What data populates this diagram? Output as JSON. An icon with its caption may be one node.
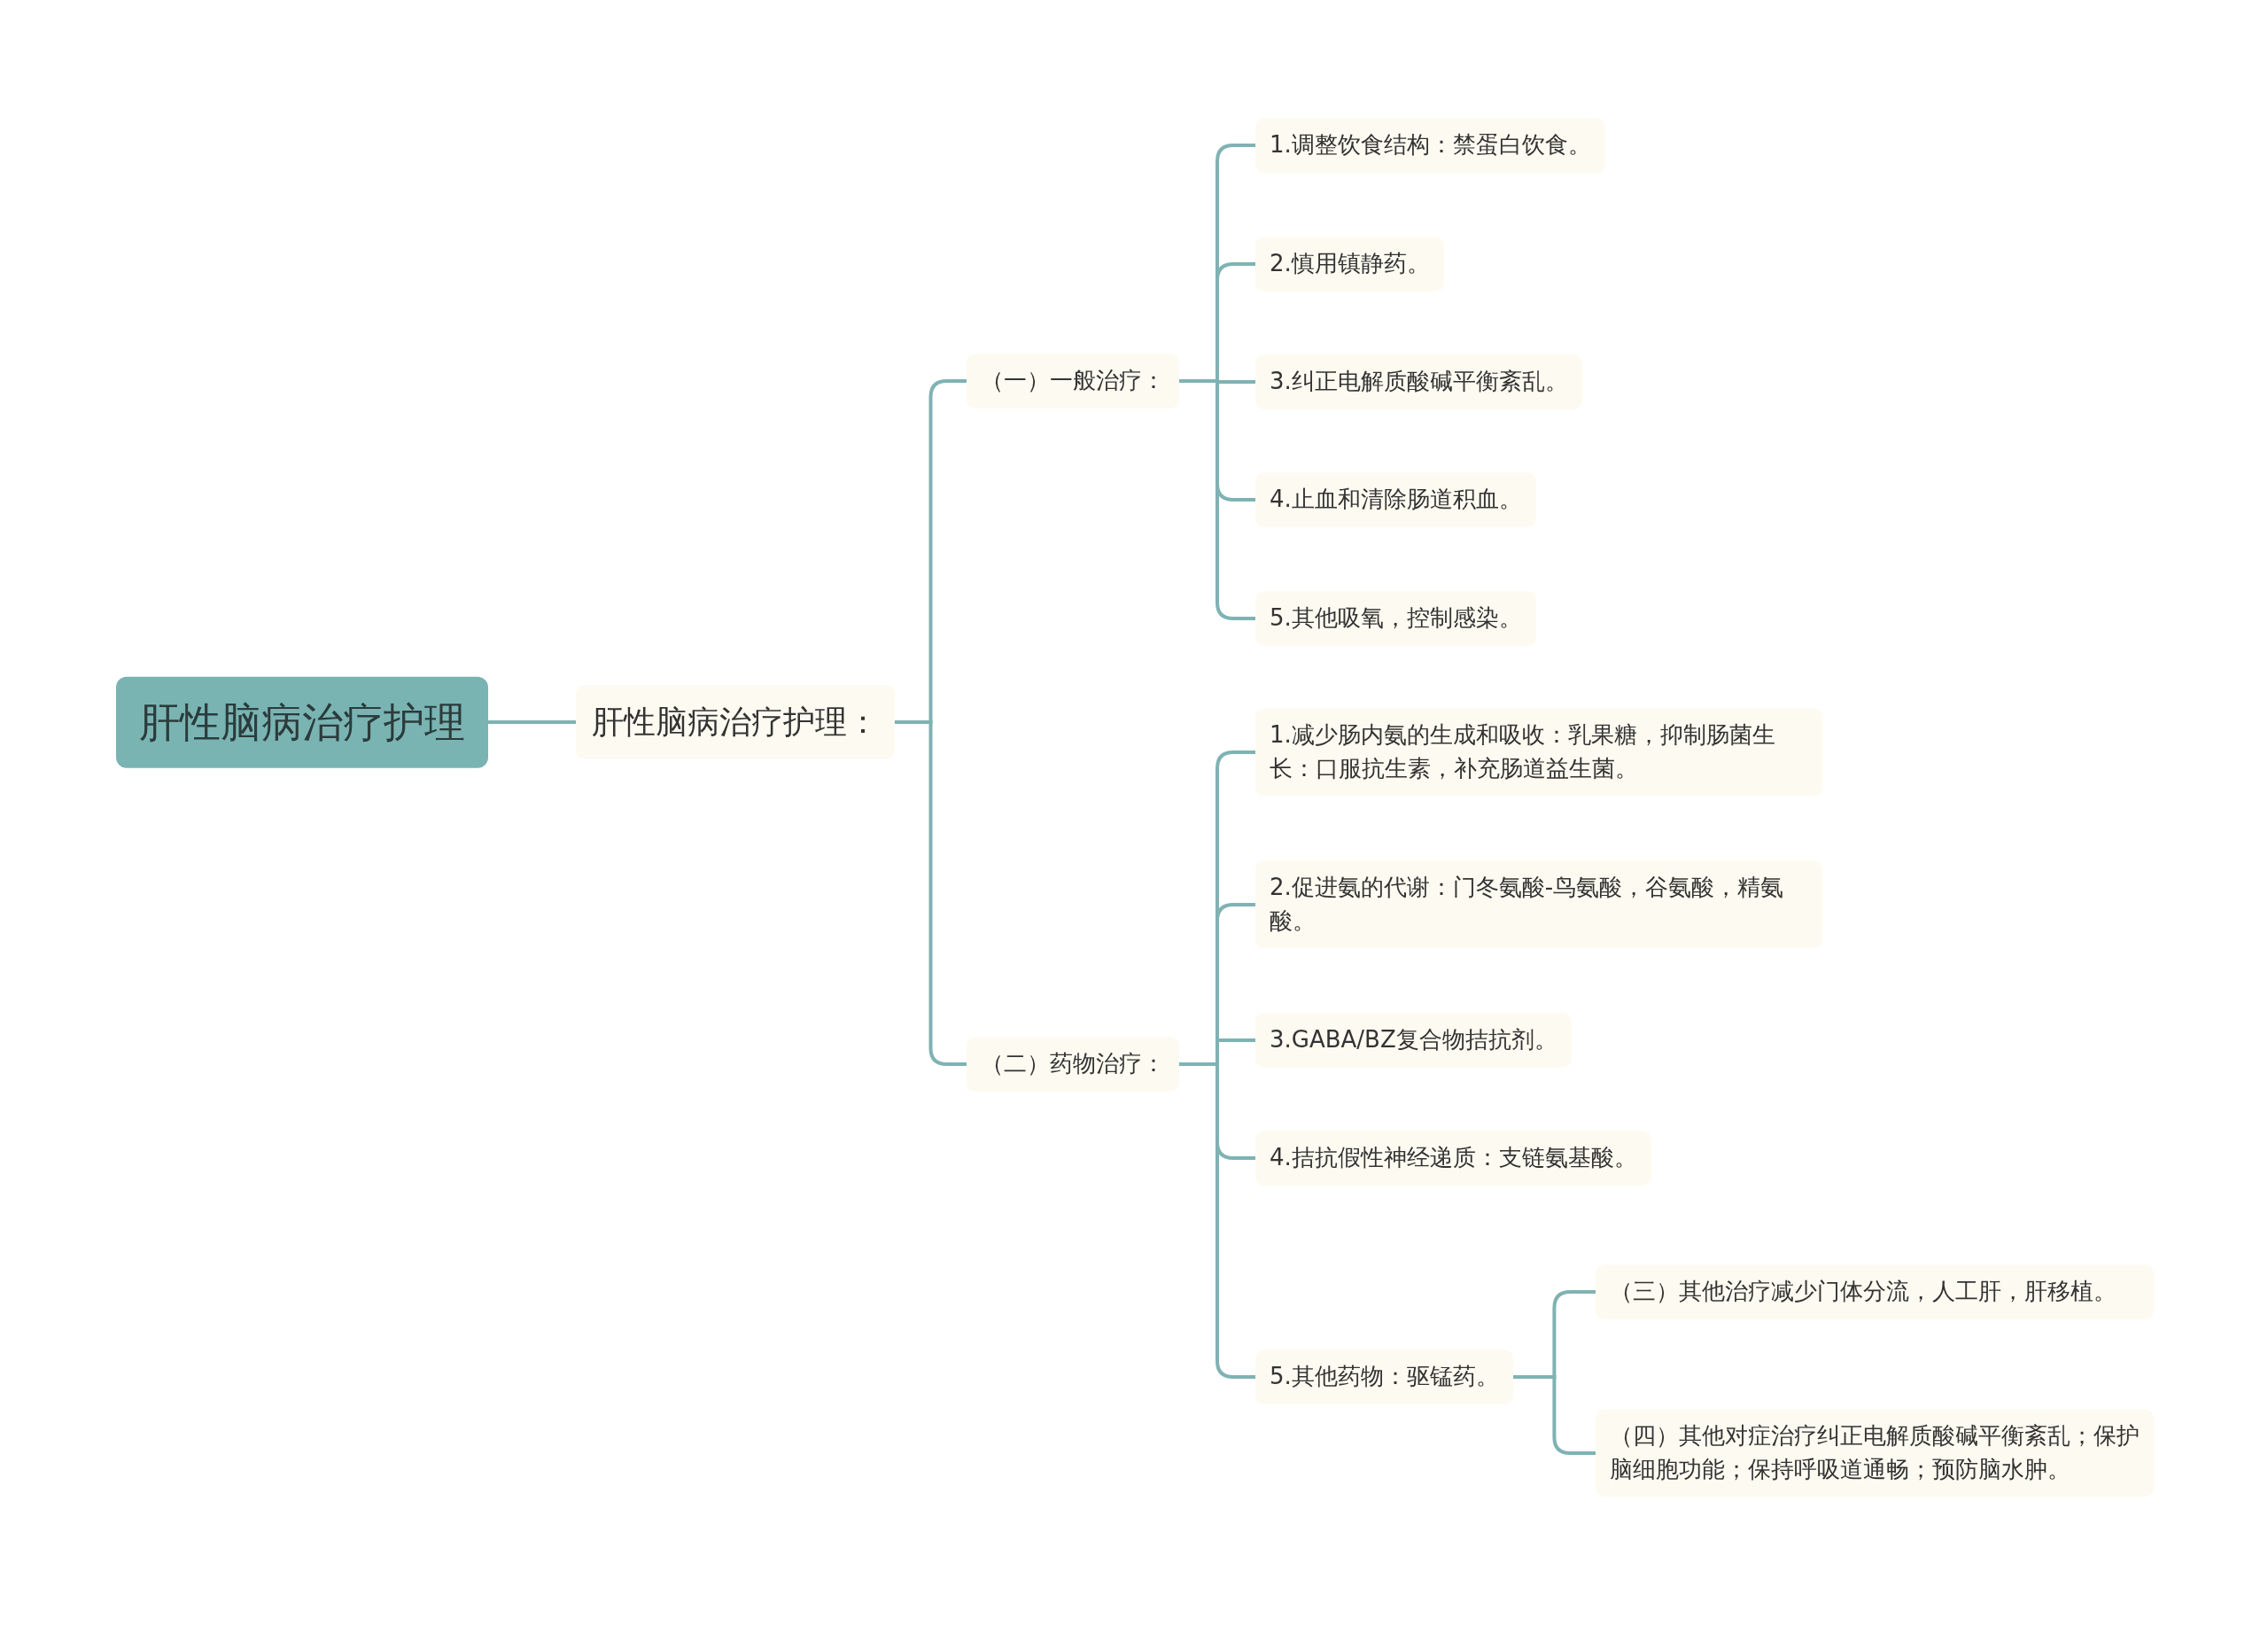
{
  "diagram": {
    "nodes": [
      {
        "text": [
          "肝性脑病治疗护理"
        ]
      },
      {
        "text": [
          "肝性脑病治疗护理："
        ]
      },
      {
        "text": [
          "（一）一般治疗："
        ]
      },
      {
        "text": [
          "1.调整饮食结构：禁蛋白饮食。"
        ]
      },
      {
        "text": [
          "2.慎用镇静药。"
        ]
      },
      {
        "text": [
          "3.纠正电解质酸碱平衡紊乱。"
        ]
      },
      {
        "text": [
          "4.止血和清除肠道积血。"
        ]
      },
      {
        "text": [
          "5.其他吸氧，控制感染。"
        ]
      },
      {
        "text": [
          "（二）药物治疗："
        ]
      },
      {
        "text": [
          "1.减少肠内氨的生成和吸收：乳果糖，抑制肠菌生长：口服抗生素，补充肠道益生菌。"
        ]
      },
      {
        "text": [
          "2.促进氨的代谢：门冬氨酸-鸟氨酸，谷氨酸，精氨酸。"
        ]
      },
      {
        "text": [
          "3.GABA/BZ复合物拮抗剂。"
        ]
      },
      {
        "text": [
          "4.拮抗假性神经递质：支链氨基酸。"
        ]
      },
      {
        "text": [
          "5.其他药物：驱锰药。"
        ]
      },
      {
        "text": [
          "（三）其他治疗减少门体分流，人工肝，肝移植。"
        ]
      },
      {
        "text": [
          "（四）其他对症治疗纠正电解质酸碱平衡紊乱；保护脑细胞功能；保持呼吸道通畅；预防脑水肿。"
        ]
      }
    ],
    "edges": [
      {
        "from": 0,
        "to": 1,
        "arrow": "none"
      },
      {
        "from": 1,
        "to": 2,
        "arrow": "none"
      },
      {
        "from": 1,
        "to": 8,
        "arrow": "none"
      },
      {
        "from": 2,
        "to": 3,
        "arrow": "none"
      },
      {
        "from": 2,
        "to": 4,
        "arrow": "none"
      },
      {
        "from": 2,
        "to": 5,
        "arrow": "none"
      },
      {
        "from": 2,
        "to": 6,
        "arrow": "none"
      },
      {
        "from": 2,
        "to": 7,
        "arrow": "none"
      },
      {
        "from": 8,
        "to": 9,
        "arrow": "none"
      },
      {
        "from": 8,
        "to": 10,
        "arrow": "none"
      },
      {
        "from": 8,
        "to": 11,
        "arrow": "none"
      },
      {
        "from": 8,
        "to": 12,
        "arrow": "none"
      },
      {
        "from": 8,
        "to": 13,
        "arrow": "none"
      },
      {
        "from": 13,
        "to": 14,
        "arrow": "none"
      },
      {
        "from": 13,
        "to": 15,
        "arrow": "none"
      }
    ]
  }
}
